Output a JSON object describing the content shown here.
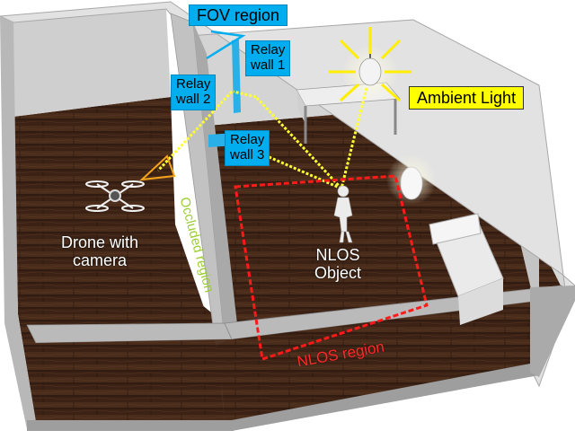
{
  "labels": {
    "fov_region": "FOV region",
    "relay_wall_1": [
      "Relay",
      "wall 1"
    ],
    "relay_wall_2": [
      "Relay",
      "wall 2"
    ],
    "relay_wall_3": [
      "Relay",
      "wall 3"
    ],
    "ambient_light": "Ambient Light",
    "drone": [
      "Drone with",
      "camera"
    ],
    "nlos_object": [
      "NLOS",
      "Object"
    ],
    "occluded_region": "Occluded region",
    "nlos_region": "NLOS region"
  },
  "colors": {
    "wall": "#c9c9c9",
    "wall_top": "#dcdcdc",
    "floor": "#3d2416",
    "relay_box": "#00aeef",
    "light_box": "#ffff00",
    "light_path": "#ffff33",
    "nlos_region": "#ff1a1a",
    "occluded_text": "#9acd32"
  },
  "icons": [
    "drone-icon",
    "camera-cone-icon",
    "ceiling-lamp-icon",
    "floor-lamp-icon",
    "person-figure-icon",
    "table-icon",
    "sofa-icon"
  ]
}
